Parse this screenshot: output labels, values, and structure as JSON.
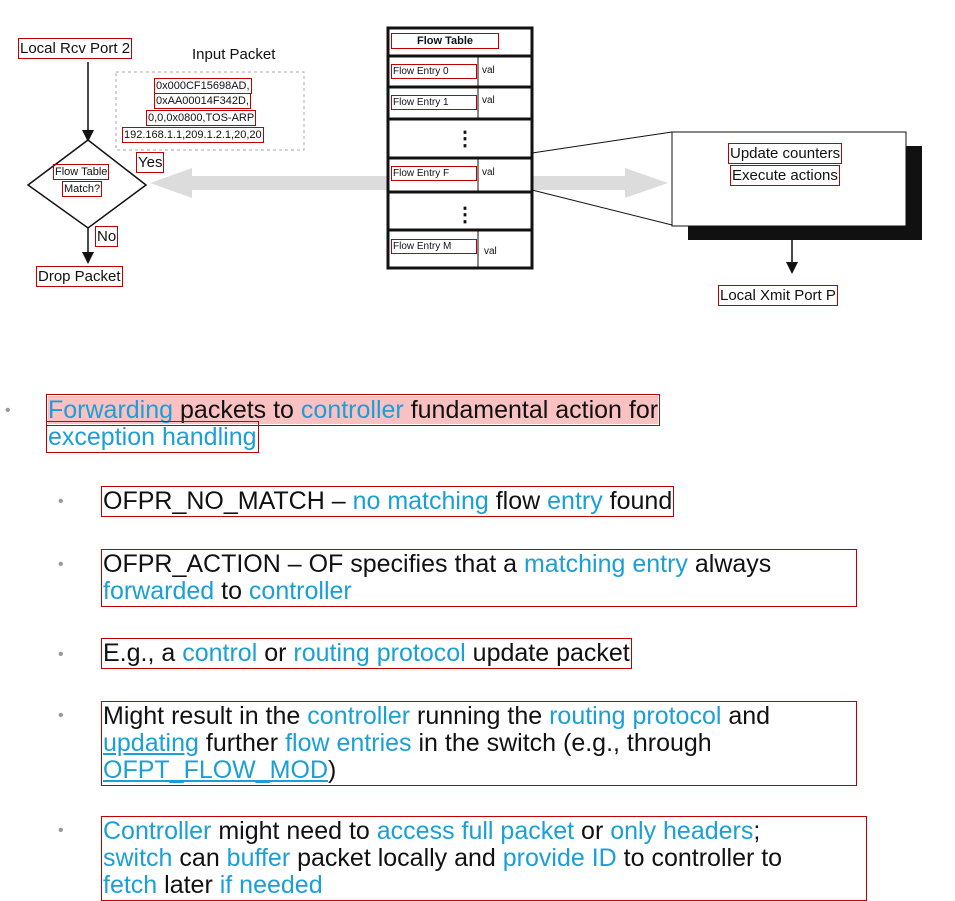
{
  "diagram": {
    "local_rcv": "Local Rcv Port 2",
    "input_packet": "Input Packet",
    "packet_fields": [
      "0x000CF15698AD,",
      "0xAA00014F342D,",
      "0,0,0x0800,TOS-ARP",
      "192.168.1.1,209.1.2.1,20,20"
    ],
    "flow_table_match": "Flow Table",
    "match": "Match?",
    "yes": "Yes",
    "no": "No",
    "drop": "Drop Packet",
    "flow_table_title": "Flow Table",
    "entries": [
      {
        "name": "Flow Entry 0",
        "val": "val"
      },
      {
        "name": "Flow Entry 1",
        "val": "val"
      },
      {
        "name": "Flow Entry F",
        "val": "val"
      },
      {
        "name": "Flow Entry M",
        "val": "val"
      }
    ],
    "dots": "⋮",
    "update_counters": "Update counters",
    "execute_actions": "Execute actions",
    "local_xmit": "Local Xmit Port P"
  },
  "colors": {
    "accent": "#1a9fd6",
    "annotation": "#c00000",
    "highlight": "#f4a3a3"
  },
  "bullets": {
    "b1": {
      "p1": "Forwarding",
      "p2": " packets to ",
      "p3": "controller",
      "p4": " fundamental action for",
      "p5": "exception handling"
    },
    "b2": {
      "p1": "OFPR_NO_MATCH – ",
      "p2": "no matching",
      "p3": " flow ",
      "p4": "entry",
      "p5": " found"
    },
    "b3": {
      "p1": "OFPR_ACTION – OF specifies that a ",
      "p2": "matching entry",
      "p3": " always",
      "p4": "forwarded",
      "p5": " to ",
      "p6": "controller"
    },
    "b4": {
      "p1": "E.g., a ",
      "p2": "control",
      "p3": " or ",
      "p4": "routing protocol",
      "p5": " update packet"
    },
    "b5": {
      "p1": "Might result in the ",
      "p2": "controller",
      "p3": " running the ",
      "p4": "routing protocol",
      "p5": " and",
      "p6": "updating",
      "p7": " further ",
      "p8": "flow entries",
      "p9": " in the switch (e.g., through",
      "p10": "OFPT_FLOW_MOD",
      "p11": ")"
    },
    "b6": {
      "p1": "Controller",
      "p2": " might need to ",
      "p3": "access full packet",
      "p4": " or ",
      "p5": "only headers",
      "p6": ";",
      "p7": "switch",
      "p8": " can ",
      "p9": "buffer",
      "p10": " packet locally and ",
      "p11": "provide ID",
      "p12": " to controller to",
      "p13": "fetch",
      "p14": " later ",
      "p15": "if needed"
    }
  }
}
